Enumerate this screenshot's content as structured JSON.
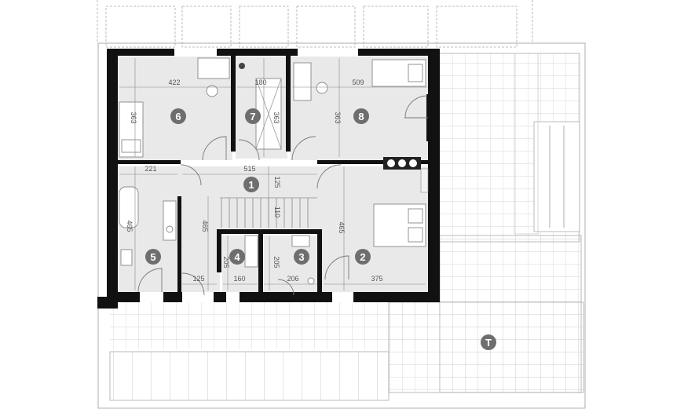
{
  "rooms": {
    "r1": "1",
    "r2": "2",
    "r3": "3",
    "r4": "4",
    "r5": "5",
    "r6": "6",
    "r7": "7",
    "r8": "8",
    "terrace": "T"
  },
  "dimensions": {
    "d422": "422",
    "d180": "180",
    "d509": "509",
    "d363a": "363",
    "d363b": "363",
    "d363c": "363",
    "d221": "221",
    "d515": "515",
    "d125a": "125",
    "d110": "110",
    "d465a": "465",
    "d465b": "465",
    "d465c": "465",
    "d205a": "205",
    "d205b": "205",
    "d125b": "125",
    "d160": "160",
    "d206": "206",
    "d375": "375"
  },
  "colors": {
    "wall": "#111111",
    "room_fill": "#e9e9e9",
    "badge": "#6e6e6e",
    "grid_line": "#bdbdbd"
  }
}
